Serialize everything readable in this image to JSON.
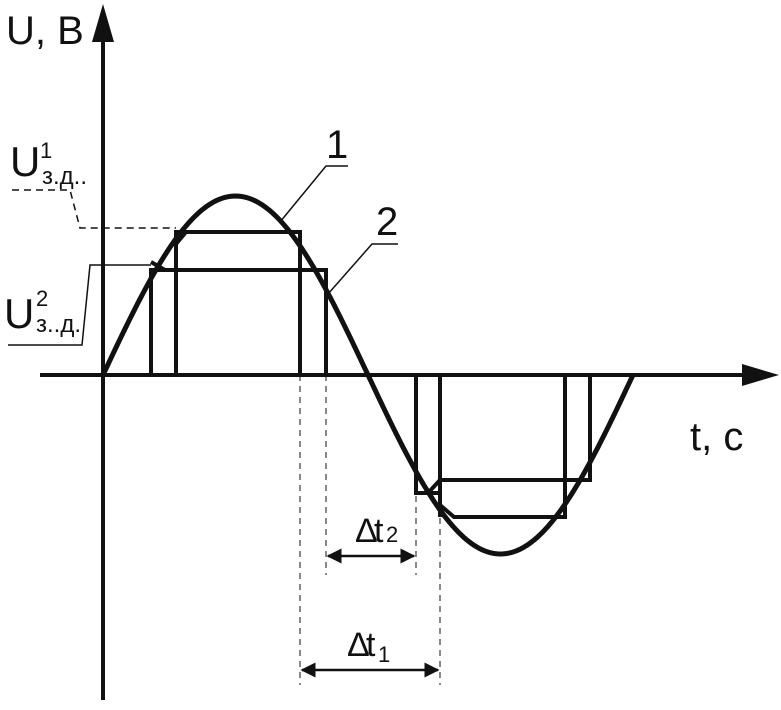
{
  "diagram": {
    "axes": {
      "y_label": "U, B",
      "x_label": "t, c"
    },
    "levels": [
      {
        "id": "u1",
        "symbol": "U",
        "sup": "1",
        "sub": "з.д..",
        "leader": "dashed"
      },
      {
        "id": "u2",
        "symbol": "U",
        "sup": "2",
        "sub": "з..д.",
        "leader": "solid"
      }
    ],
    "curve_labels": [
      "1",
      "2"
    ],
    "intervals": [
      {
        "id": "dt2",
        "delta": "∆",
        "symbol": "t",
        "sub": "2"
      },
      {
        "id": "dt1",
        "delta": "∆",
        "symbol": "t",
        "sub": "1"
      }
    ],
    "colors": {
      "ink": "#111111",
      "background": "#ffffff"
    }
  }
}
